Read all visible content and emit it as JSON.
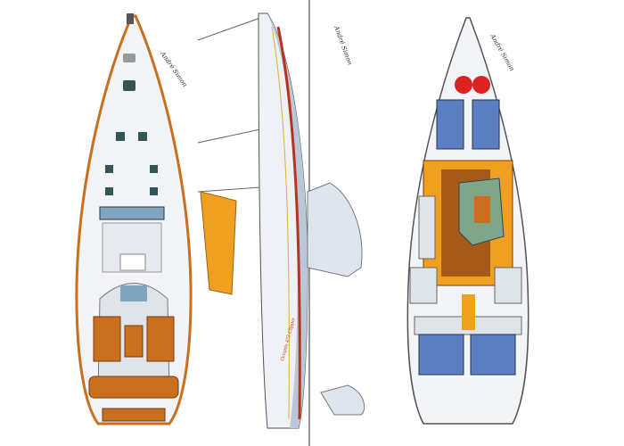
{
  "drawings": {
    "deck_plan": {
      "signature": "André Simon"
    },
    "side_profile": {
      "hull_lettering": "Oceanis 473 Clipper",
      "signature": "André Simon"
    },
    "interior_plan": {
      "signature": "André Simon"
    }
  },
  "colors": {
    "hull": "#eef1f6",
    "hull_shadow": "#b9c7d8",
    "teak": "#c8701e",
    "stripe": "#b5351f",
    "cushion_blue": "#5c7fc4",
    "sail": "#f0a020",
    "settee_green": "#7fa58a"
  }
}
